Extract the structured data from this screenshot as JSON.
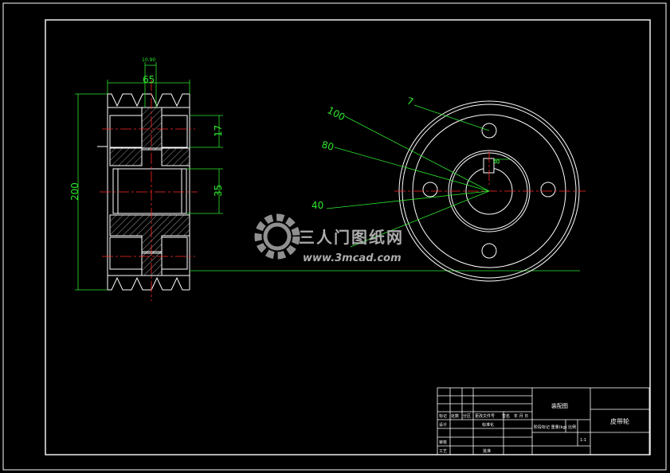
{
  "drawing": {
    "title": "皮带轮",
    "dimensions": {
      "face_width": "65",
      "small_dim": "10.90",
      "outer_diameter": "200",
      "groove_depth": "17",
      "bore": "35",
      "hub_d100": "100",
      "hub_d80": "80",
      "hub_d40": "40",
      "hole_d7": "7",
      "key_width": "8"
    }
  },
  "title_block": {
    "header": [
      "标记",
      "处数",
      "分区",
      "更改文件号",
      "签名",
      "年 月 日"
    ],
    "design_label": "设计",
    "design_value": "标准化",
    "check_label": "审核",
    "process_label": "工艺",
    "approve_value": "批准",
    "drawing_name": "装配图",
    "stage_header": "阶段标记 重量(kg) 比例",
    "scale": "1:1",
    "part_name": "皮带轮"
  },
  "watermark": {
    "brand": "三人门图纸网",
    "url": "www.3mcad.com"
  },
  "colors": {
    "background": "#000000",
    "lines": "#ffffff",
    "dimensions": "#2ee82e",
    "centerlines": "#ff2a2a"
  }
}
